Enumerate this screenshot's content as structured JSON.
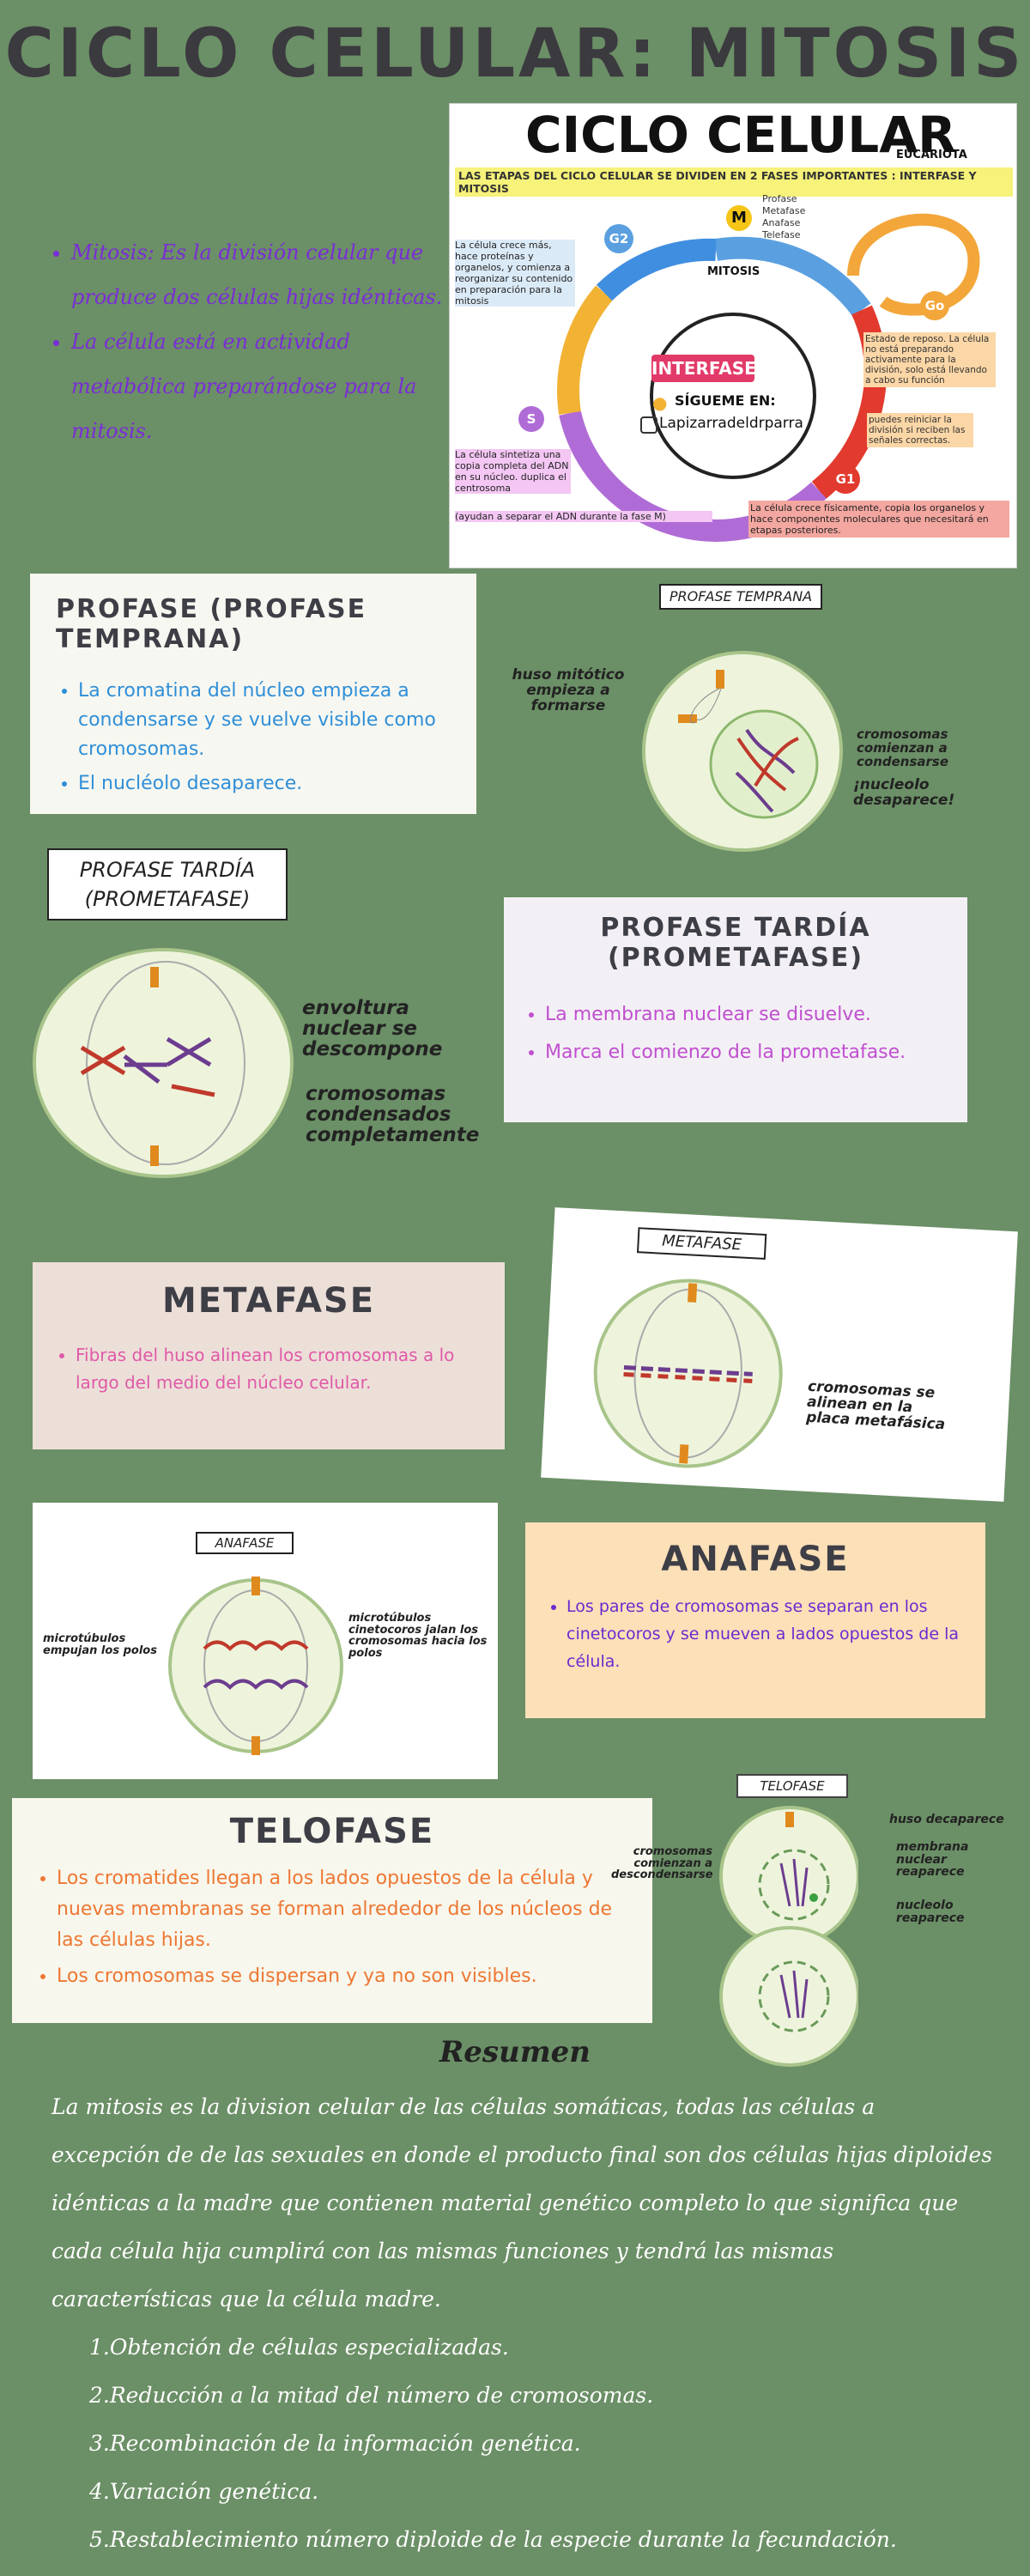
{
  "title": "CICLO CELULAR: MITOSIS",
  "intro": {
    "bullets": [
      "Mitosis: Es la división celular que produce dos células hijas idénticas.",
      "La célula está en actividad metabólica preparándose para la mitosis."
    ],
    "color": "#7a2dd6"
  },
  "cycle_infographic": {
    "title": "CICLO CELULAR",
    "title_suffix": "EUCARIOTA",
    "subtitle": "LAS ETAPAS DEL CICLO CELULAR SE DIVIDEN EN 2 FASES IMPORTANTES : INTERFASE Y MITOSIS",
    "m_label": "M",
    "m_phases": [
      "Profase",
      "Metafase",
      "Anafase",
      "Telefase"
    ],
    "mitosis_label": "MITOSIS",
    "g2_label": "G2",
    "g2_text": "La célula crece más, hace proteínas y organelos, y comienza a reorganizar su contenido en preparación para la mitosis",
    "g0_label": "Go",
    "g0_text": "Estado de reposo. La célula no está preparando activamente para la división, solo está llevando a cabo su función",
    "g0_text2": "puedes reiniciar la división si reciben las señales correctas.",
    "s_label": "S",
    "s_text": "La célula sintetiza una copia completa del ADN en su núcleo. duplica el centrosoma",
    "s_text2": "(ayudan a separar el ADN durante la fase M)",
    "g1_label": "G1",
    "g1_text": "La célula crece físicamente, copia los organelos y hace componentes moleculares que necesitará en etapas posteriores.",
    "center_label": "INTERFASE",
    "follow_label": "SÍGUEME EN:",
    "handle": "Lapizarradeldrparra"
  },
  "profase": {
    "title": "PROFASE (PROFASE TEMPRANA)",
    "bullets": [
      "La cromatina del núcleo empieza a condensarse y se vuelve visible como cromosomas.",
      "El nucléolo desaparece."
    ],
    "color": "#2f8fd8",
    "diagram_tag": "PROFASE TEMPRANA",
    "label_spindle": "huso mitótico empieza a formarse",
    "label_chrom": "cromosomas comienzan a condensarse",
    "label_nucleolus": "¡nucleolo desaparece!"
  },
  "prometafase": {
    "title": "PROFASE TARDÍA (PROMETAFASE)",
    "bullets": [
      "La membrana nuclear se disuelve.",
      "Marca el comienzo de la prometafase."
    ],
    "color": "#c04fd0",
    "diagram_tag": "PROFASE TARDÍA (PROMETAFASE)",
    "label_envelope": "envoltura nuclear se descompone",
    "label_chrom": "cromosomas condensados completamente"
  },
  "metafase": {
    "title": "METAFASE",
    "bullets": [
      "Fibras del huso alinean los cromosomas a lo largo del medio del núcleo celular."
    ],
    "color": "#e05aa8",
    "diagram_tag": "METAFASE",
    "label_plate": "cromosomas se alinean en la placa metafásica"
  },
  "anafase": {
    "title": "ANAFASE",
    "bullets": [
      "Los pares de cromosomas se separan en los cinetocoros y se mueven a lados opuestos de la célula."
    ],
    "color": "#6a2bd0",
    "diagram_tag": "ANAFASE",
    "label_push": "microtúbulos empujan los polos",
    "label_pull": "microtúbulos cinetocoros jalan los cromosomas hacia los polos"
  },
  "telofase": {
    "title": "TELOFASE",
    "bullets": [
      "Los cromatides llegan a los lados opuestos de la célula y nuevas membranas se forman alrededor de los núcleos de las células hijas.",
      "Los cromosomas se dispersan y ya no son visibles."
    ],
    "color": "#ee7733",
    "diagram_tag": "TELOFASE",
    "label_huso": "huso decaparece",
    "label_membrana": "membrana nuclear reaparece",
    "label_nucleolo": "nucleolo reaparece",
    "label_chrom": "cromosomas comienzan a descondensarse"
  },
  "resumen": {
    "title": "Resumen",
    "paragraph_lines": [
      "La mitosis es la division celular de las células somáticas, todas las células a",
      "excepción de de las sexuales en donde el producto final son dos células hijas diploides",
      "idénticas a la madre que contienen material genético completo lo que significa que",
      "cada célula hija cumplirá con las mismas funciones y tendrá las mismas",
      "características que la célula madre."
    ],
    "items": [
      "1.Obtención de células especializadas.",
      "2.Reducción a la mitad del número de cromosomas.",
      "3.Recombinación de la información genética.",
      "4.Variación genética.",
      "5.Restablecimiento número diploide de la especie durante la fecundación."
    ]
  },
  "colors": {
    "background": "#6b8f66",
    "cell_fill": "#eef4dc",
    "cell_stroke": "#a8c48a",
    "chrom_red": "#c0392b",
    "chrom_purple": "#6c3d8f",
    "centrosome": "#e08a1e"
  }
}
